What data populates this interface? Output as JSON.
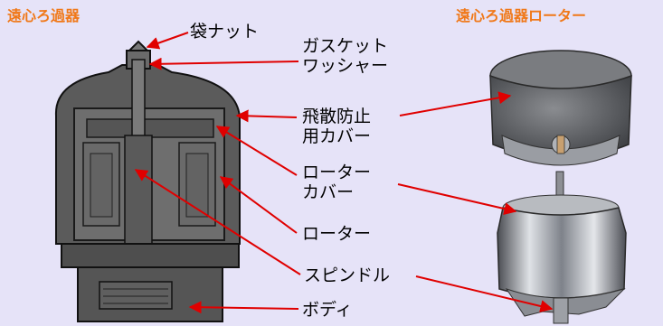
{
  "titles": {
    "left": "遠心ろ過器",
    "right": "遠心ろ過器ローター"
  },
  "labels": {
    "cap_nut": "袋ナット",
    "gasket_line1": "ガスケット",
    "gasket_line2": "ワッシャー",
    "scatter_cover_line1": "飛散防止",
    "scatter_cover_line2": "用カバー",
    "rotor_cover_line1": "ローター",
    "rotor_cover_line2": "カバー",
    "rotor": "ローター",
    "spindle": "スピンドル",
    "body": "ボディ"
  },
  "colors": {
    "background": "#e6e3f8",
    "title": "#f07818",
    "arrow": "#e00000"
  }
}
